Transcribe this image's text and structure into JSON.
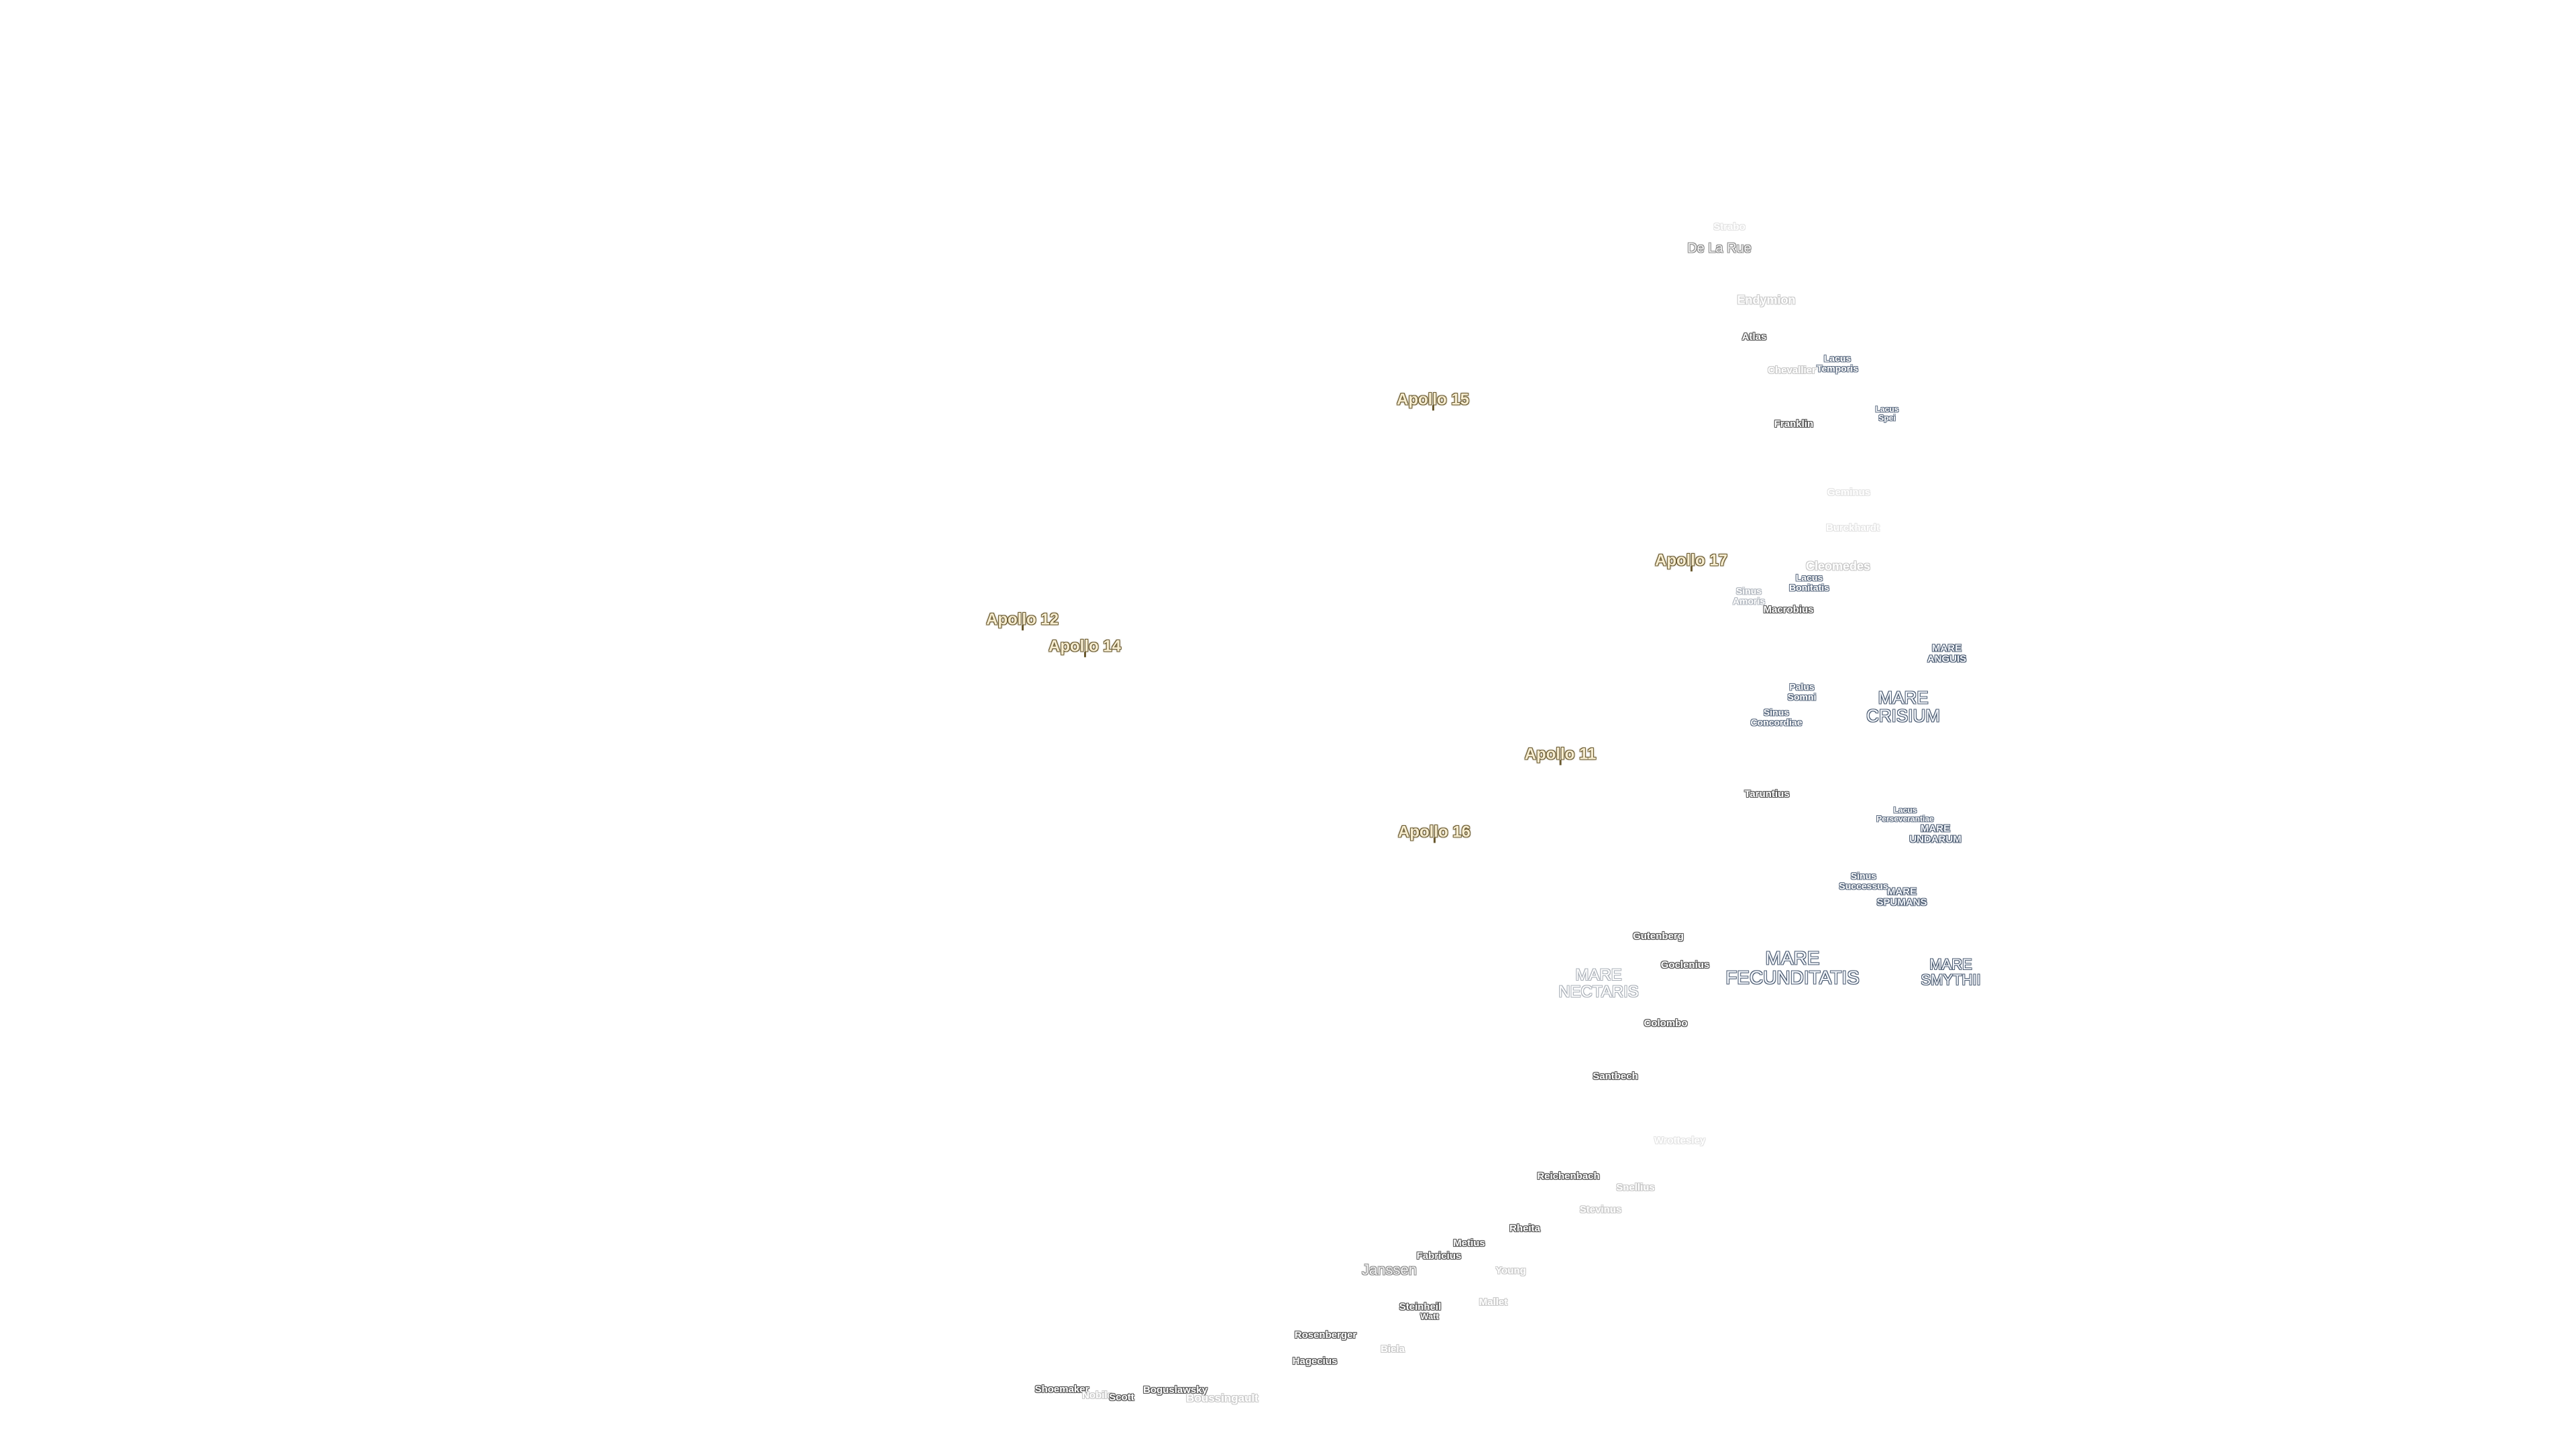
{
  "apollo_sites": [
    "Apollo 15",
    "Apollo 17",
    "Apollo 12",
    "Apollo 14",
    "Apollo 11",
    "Apollo 16"
  ],
  "seas": [
    "MARE\nCRISIUM",
    "MARE\nANGUIS",
    "MARE\nUNDARUM",
    "MARE\nSPUMANS",
    "MARE\nFECUNDITATIS",
    "MARE\nSMYTHII",
    "MARE\nNECTARIS"
  ],
  "lakes": [
    "Lacus\nTemporis",
    "Lacus\nSpei",
    "Lacus\nBonitatis",
    "Sinus\nAmoris",
    "Palus\nSomni",
    "Sinus\nConcordiae",
    "Lacus\nPerseverantiae",
    "Sinus\nSuccessus"
  ],
  "craters": [
    "Strabo",
    "De La Rue",
    "Endymion",
    "Atlas",
    "Chevallier",
    "Franklin",
    "Geminus",
    "Burckhardt",
    "Cleomedes",
    "Macrobius",
    "Taruntius",
    "Gutenberg",
    "Goclenius",
    "Colombo",
    "Santbech",
    "Wrottesley",
    "Reichenbach",
    "Snellius",
    "Stevinus",
    "Rheita",
    "Metius",
    "Fabricius",
    "Janssen",
    "Young",
    "Steinheil",
    "Watt",
    "Mallet",
    "Rosenberger",
    "Biela",
    "Hagecius",
    "Shoemaker",
    "Nobile",
    "Scott",
    "Boguslawsky",
    "Boussingault"
  ]
}
